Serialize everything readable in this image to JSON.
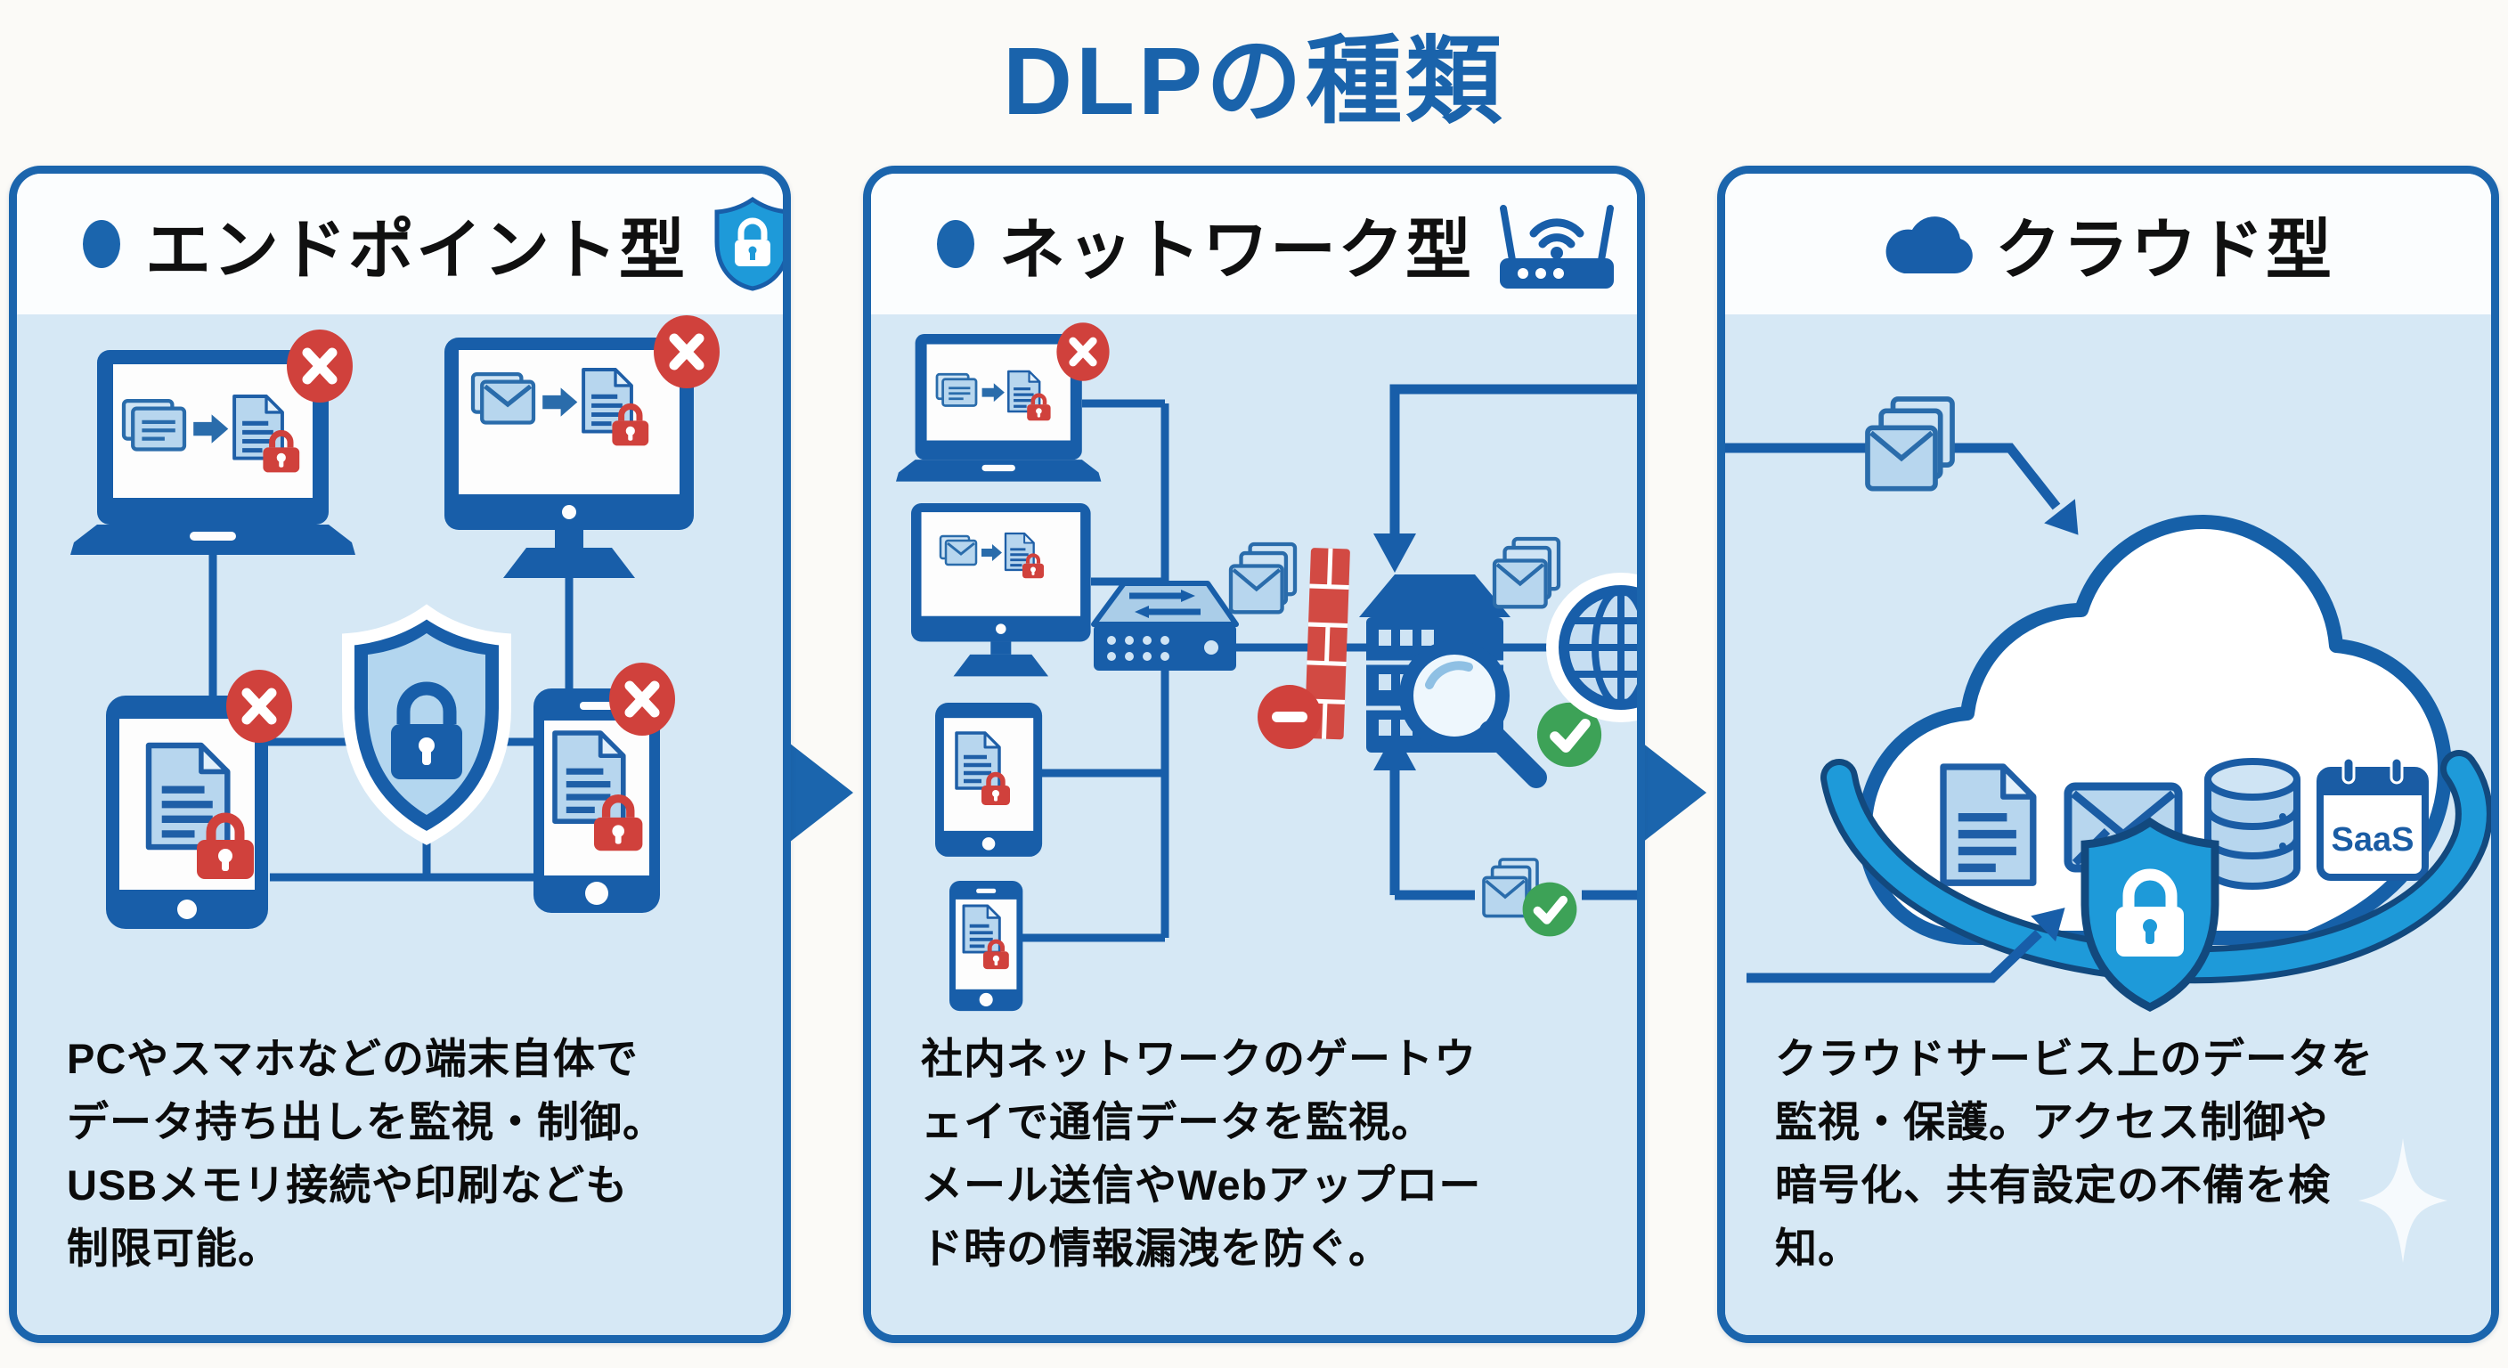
{
  "title": "DLPの種類",
  "colors": {
    "accent_blue": "#1b65ad",
    "device_blue": "#185ea9",
    "panel_body_blue": "#d6e8f5",
    "icon_light_blue": "#b7d6ee",
    "azure": "#1e9ad9",
    "alert_red": "#d0413c",
    "ok_green": "#3da257"
  },
  "panels": [
    {
      "id": "endpoint",
      "header": "エンドポイント型",
      "header_icon": "shield-lock-icon",
      "description": "PCやスマホなどの端末自体で\nデータ持ち出しを監視・制御。\nUSBメモリ接続や印刷なども\n制限可能。"
    },
    {
      "id": "network",
      "header": "ネットワーク型",
      "header_icon": "wifi-router-icon",
      "description": "社内ネットワークのゲートウ\nェイで通信データを監視。\nメール送信やWebアップロー\nド時の情報漏洩を防ぐ。"
    },
    {
      "id": "cloud",
      "header": "クラウド型",
      "header_icon": "cloud-icon",
      "saas_label": "SaaS",
      "description": "クラウドサービス上のデータを\n監視・保護。アクセス制御や\n暗号化、共有設定の不備を検\n知。"
    }
  ]
}
